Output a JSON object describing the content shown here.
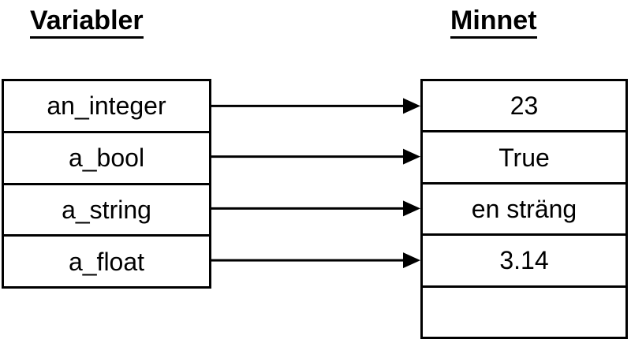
{
  "diagram": {
    "left_column": {
      "title": "Variabler",
      "cells": [
        "an_integer",
        "a_bool",
        "a_string",
        "a_float"
      ]
    },
    "right_column": {
      "title": "Minnet",
      "cells": [
        "23",
        "True",
        "en sträng",
        "3.14",
        ""
      ]
    },
    "arrows": [
      {
        "from_cell": "an_integer",
        "to_cell": "23",
        "from_index": 0,
        "to_index": 0
      },
      {
        "from_cell": "a_bool",
        "to_cell": "True",
        "from_index": 1,
        "to_index": 1
      },
      {
        "from_cell": "a_string",
        "to_cell": "en sträng",
        "from_index": 2,
        "to_index": 2
      },
      {
        "from_cell": "a_float",
        "to_cell": "3.14",
        "from_index": 3,
        "to_index": 3
      }
    ],
    "colors": {
      "stroke": "#000000",
      "text": "#000000",
      "background": "#ffffff"
    }
  }
}
